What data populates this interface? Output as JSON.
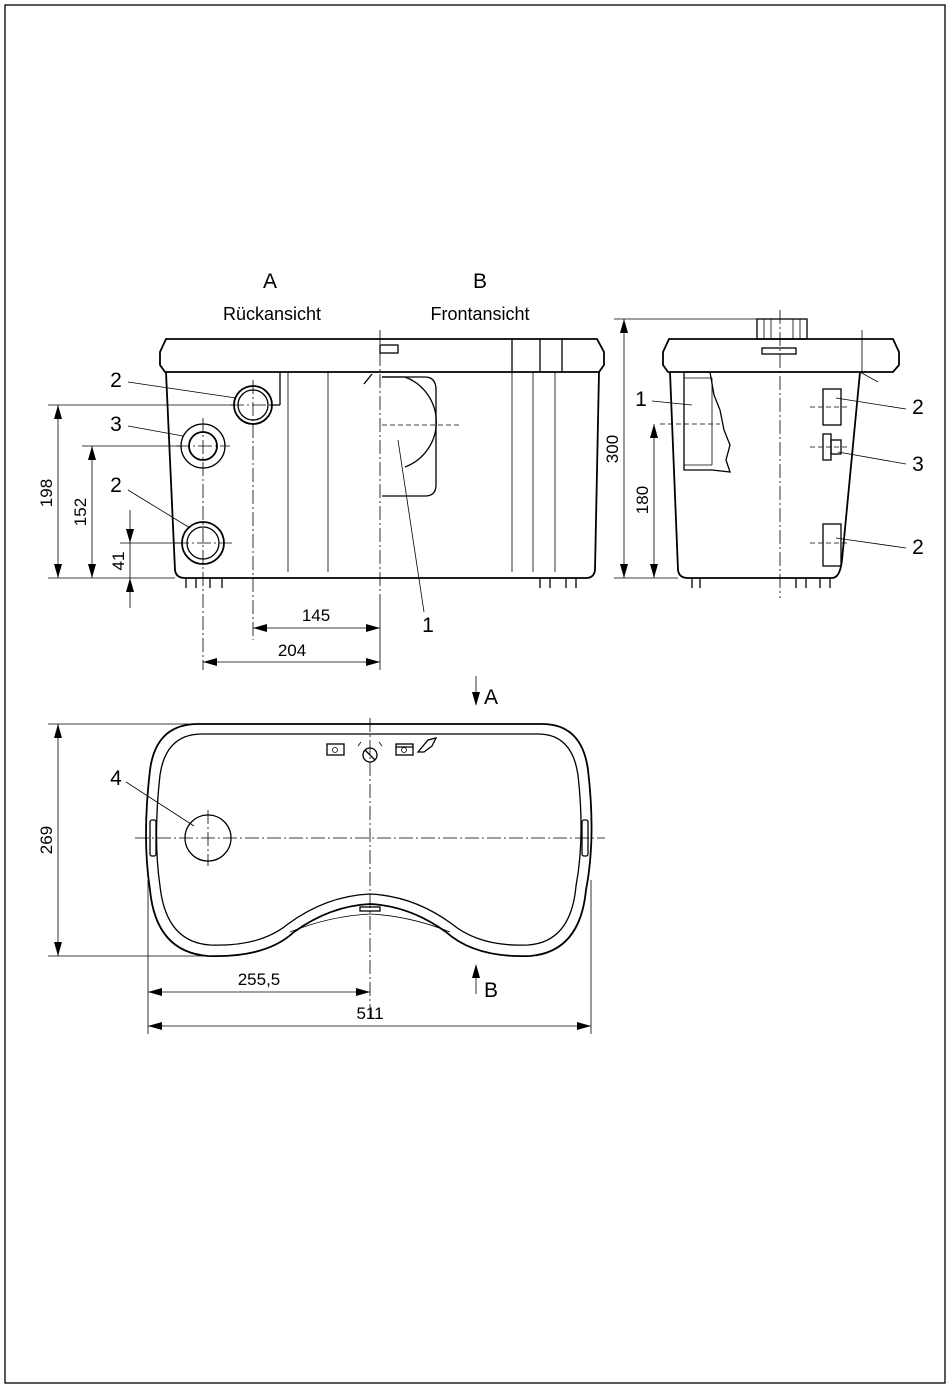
{
  "views": {
    "a": {
      "letter": "A",
      "caption": "Rückansicht"
    },
    "b": {
      "letter": "B",
      "caption": "Frontansicht"
    },
    "arrow_a": "A",
    "arrow_b": "B"
  },
  "callouts": {
    "rear_2_top": "2",
    "rear_3": "3",
    "rear_2_bottom": "2",
    "front_1": "1",
    "side_1": "1",
    "side_2_top": "2",
    "side_3": "3",
    "side_2_bottom": "2",
    "top_4": "4"
  },
  "dimensions": {
    "d198": "198",
    "d152": "152",
    "d41": "41",
    "d145": "145",
    "d204": "204",
    "d300": "300",
    "d180": "180",
    "d269": "269",
    "d255": "255,5",
    "d511": "511"
  }
}
